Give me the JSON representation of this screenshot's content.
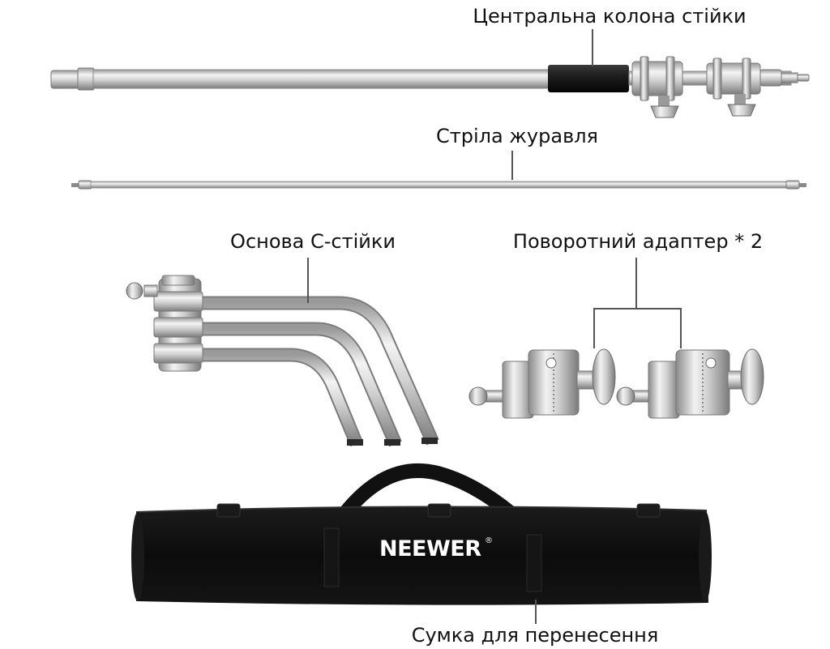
{
  "labels": {
    "center_column": "Центральна колона стійки",
    "boom_arm": "Стріла журавля",
    "c_stand_base": "Основа C-стійки",
    "swivel_adapter": "Поворотний адаптер * 2",
    "carry_bag": "Сумка для перенесення"
  },
  "bag": {
    "brand": "NEEWER",
    "trademark": "®"
  },
  "colors": {
    "steel_light": "#f1f1f1",
    "steel_dark": "#8f8f8f",
    "grip_black": "#1c1c1c",
    "bag_black": "#0e0e0e",
    "text": "#111111"
  }
}
